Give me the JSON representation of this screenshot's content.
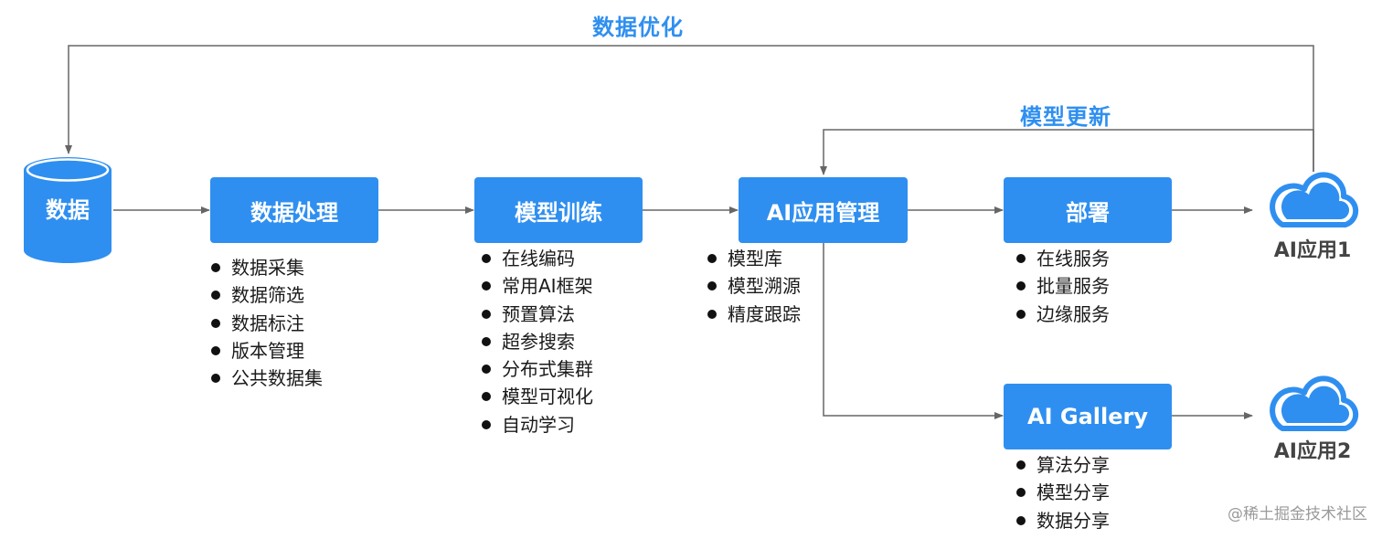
{
  "colors": {
    "accent": "#2f8ff0",
    "arrow": "#666666",
    "text": "#1a1a1a"
  },
  "loops": {
    "data_optimization": "数据优化",
    "model_update": "模型更新"
  },
  "database": {
    "label": "数据"
  },
  "stages": {
    "data_processing": {
      "label": "数据处理",
      "items": [
        "数据采集",
        "数据筛选",
        "数据标注",
        "版本管理",
        "公共数据集"
      ]
    },
    "model_training": {
      "label": "模型训练",
      "items": [
        "在线编码",
        "常用AI框架",
        "预置算法",
        "超参搜索",
        "分布式集群",
        "模型可视化",
        "自动学习"
      ]
    },
    "ai_app_management": {
      "label": "AI应用管理",
      "items": [
        "模型库",
        "模型溯源",
        "精度跟踪"
      ]
    },
    "deploy": {
      "label": "部署",
      "items": [
        "在线服务",
        "批量服务",
        "边缘服务"
      ]
    },
    "ai_gallery": {
      "label": "AI Gallery",
      "items": [
        "算法分享",
        "模型分享",
        "数据分享"
      ]
    }
  },
  "outputs": {
    "app1": {
      "label": "AI应用1",
      "icon": "cloud-icon"
    },
    "app2": {
      "label": "AI应用2",
      "icon": "cloud-icon"
    }
  },
  "watermark": "@稀土掘金技术社区"
}
